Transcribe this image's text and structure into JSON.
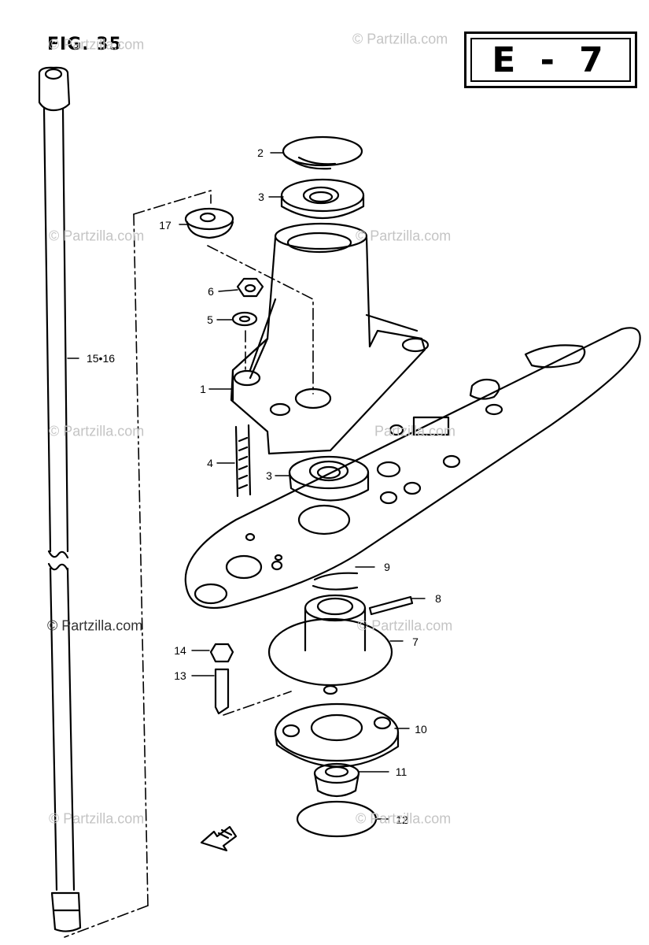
{
  "figure_label": "FIG. 35",
  "section_code": "E - 7",
  "callouts": [
    "2",
    "3",
    "17",
    "6",
    "5",
    "1",
    "4",
    "3",
    "9",
    "8",
    "7",
    "14",
    "13",
    "10",
    "11",
    "12",
    "15•16"
  ],
  "watermark": "© Partzilla.com",
  "watermark_partial": "Partzilla.com",
  "colors": {
    "line": "#000000",
    "watermark": "#c4c4c4",
    "background": "#ffffff"
  }
}
